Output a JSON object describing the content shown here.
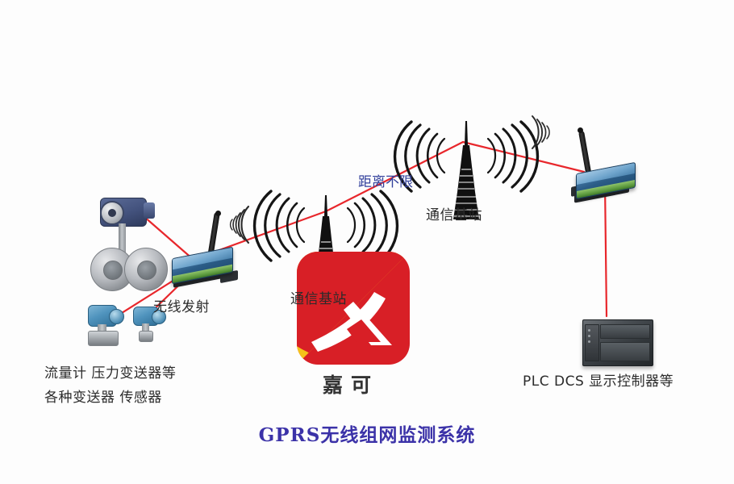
{
  "diagram": {
    "title": "GPRS无线组网监测系统",
    "title_color": "#3b32a8",
    "background_color": "#fdfdfd",
    "link_color": "#e8272c"
  },
  "labels": {
    "sensors_line1": "流量计 压力变送器等",
    "sensors_line2": "各种变送器 传感器",
    "wireless_transmit": "无线发射",
    "base_station_left": "通信基站",
    "base_station_right": "通信基站",
    "unlimited_distance": "距离不限",
    "controller": "PLC DCS 显示控制器等"
  },
  "brand": {
    "name": "嘉可",
    "logo_red": "#d81f26",
    "logo_yellow": "#f5c21a"
  },
  "nodes": [
    {
      "id": "flow-meter",
      "name": "流量计",
      "type": "sensor"
    },
    {
      "id": "pressure-sensor-1",
      "name": "压力变送器",
      "type": "sensor"
    },
    {
      "id": "pressure-sensor-2",
      "name": "压力变送器",
      "type": "sensor"
    },
    {
      "id": "dtu-left",
      "name": "无线发射模块",
      "type": "dtu"
    },
    {
      "id": "tower-left",
      "name": "通信基站",
      "type": "base-station"
    },
    {
      "id": "tower-right",
      "name": "通信基站",
      "type": "base-station"
    },
    {
      "id": "dtu-right",
      "name": "无线接收模块",
      "type": "dtu"
    },
    {
      "id": "plc",
      "name": "PLC 控制器",
      "type": "controller"
    }
  ]
}
